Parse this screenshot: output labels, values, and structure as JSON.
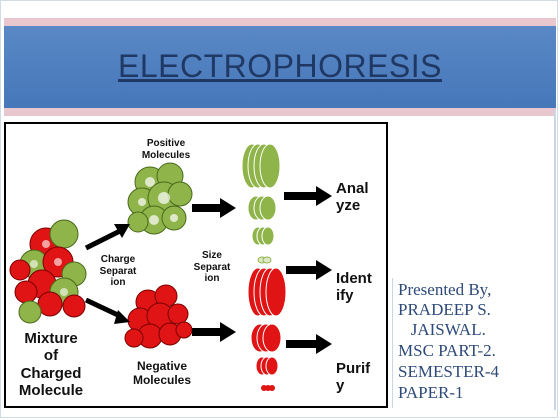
{
  "slide": {
    "title": "ELECTROPHORESIS",
    "colors": {
      "banner": "#4a7cbf",
      "title": "#1f3864",
      "stripe": "#e8c7cf",
      "positive": "#8fb44a",
      "negative": "#e01414",
      "info_text": "#2e4a7a"
    }
  },
  "diagram": {
    "mixture_label": [
      "Mixture",
      "of",
      "Charged",
      "Molecule"
    ],
    "charge_label": [
      "Charge",
      "Separat",
      "ion"
    ],
    "size_label": [
      "Size",
      "Separat",
      "ion"
    ],
    "positive_label": [
      "Positive",
      "Molecules"
    ],
    "negative_label": [
      "Negative",
      "Molecules"
    ],
    "analyze_label": [
      "Anal",
      "yze"
    ],
    "identify_label": [
      "Ident",
      "ify"
    ],
    "purify_label": [
      "Purif",
      "y"
    ]
  },
  "info": {
    "lines": [
      "Presented By,",
      "PRADEEP S.",
      "   JAISWAL.",
      "MSC PART-2.",
      "SEMESTER-4",
      "PAPER-1"
    ]
  }
}
